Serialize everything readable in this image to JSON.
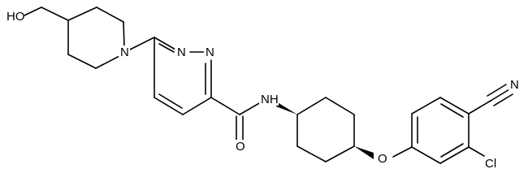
{
  "molecule": {
    "atoms": {
      "hydroxyl": "HO",
      "piperidine_n": "N",
      "pyridazine_n1": "N",
      "pyridazine_n2": "N",
      "amide_nh": "NH",
      "carbonyl_o": "O",
      "ether_o": "O",
      "chlorine": "Cl",
      "nitrile_n": "N"
    }
  }
}
